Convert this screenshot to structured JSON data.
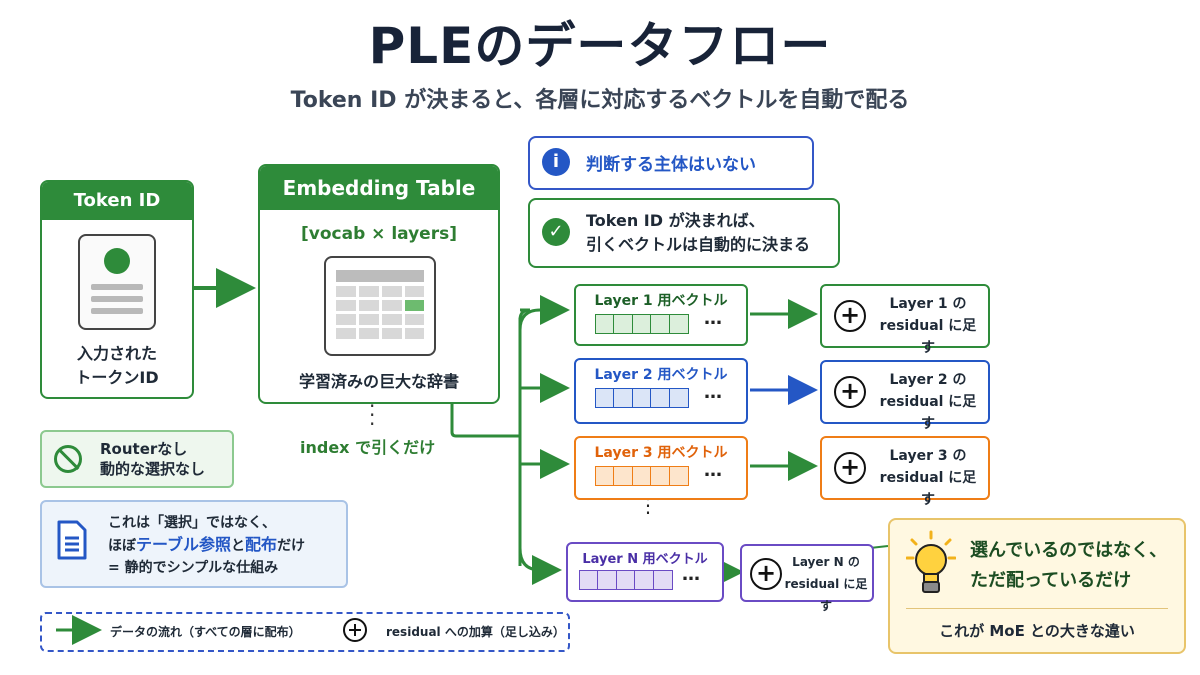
{
  "title": "PLEのデータフロー",
  "subtitle": "Token ID が決まると、各層に対応するベクトルを自動で配る",
  "token_card": {
    "header": "Token ID",
    "label_line1": "入力された",
    "label_line2": "トークンID",
    "icon": "document-icon"
  },
  "embedding": {
    "header": "Embedding Table",
    "subheader": "[vocab × layers]",
    "label": "学習済みの巨大な辞書",
    "lookup": "index で引くだけ",
    "icon": "table-grid-icon"
  },
  "notes": {
    "info": {
      "icon": "i",
      "text": "判断する主体はいない"
    },
    "check": {
      "icon": "✓",
      "line1": "Token ID が決まれば、",
      "line2": "引くベクトルは自動的に決まる"
    }
  },
  "layers": [
    {
      "vector": "Layer 1 用ベクトル",
      "residual_line1": "Layer 1 の",
      "residual_line2": "residual に足す",
      "color": "#2e8b3a",
      "fill": "#dcefdc"
    },
    {
      "vector": "Layer 2 用ベクトル",
      "residual_line1": "Layer 2 の",
      "residual_line2": "residual に足す",
      "color": "#2457c5",
      "fill": "#dbe5f7"
    },
    {
      "vector": "Layer 3 用ベクトル",
      "residual_line1": "Layer 3 の",
      "residual_line2": "residual に足す",
      "color": "#ef7d16",
      "fill": "#fde5cc"
    },
    {
      "vector": "Layer N 用ベクトル",
      "residual_line1": "Layer N の",
      "residual_line2": "residual に足す",
      "color": "#6a4bc4",
      "fill": "#e3dcf5"
    }
  ],
  "ellipsis": "…",
  "plus_symbol": "+",
  "router": {
    "line1": "Routerなし",
    "line2": "動的な選択なし",
    "icon": "prohibited-icon"
  },
  "summary": {
    "line1": "これは「選択」ではなく、",
    "line2_prefix": "ほぼ",
    "line2_em1": "テーブル参照",
    "line2_mid": "と",
    "line2_em2": "配布",
    "line2_suffix": "だけ",
    "line3": "= 静的でシンプルな仕組み",
    "icon": "document-icon"
  },
  "legend": {
    "flow": "データの流れ（すべての層に配布）",
    "residual": "residual への加算（足し込み）"
  },
  "idea": {
    "line1": "選んでいるのではなく、",
    "line2": "ただ配っているだけ",
    "footer": "これが MoE との大きな違い",
    "icon": "lightbulb-icon"
  },
  "colors": {
    "green": "#2e8b3a",
    "blue": "#2457c5",
    "orange": "#ef7d16",
    "purple": "#6a4bc4",
    "title": "#182338"
  }
}
